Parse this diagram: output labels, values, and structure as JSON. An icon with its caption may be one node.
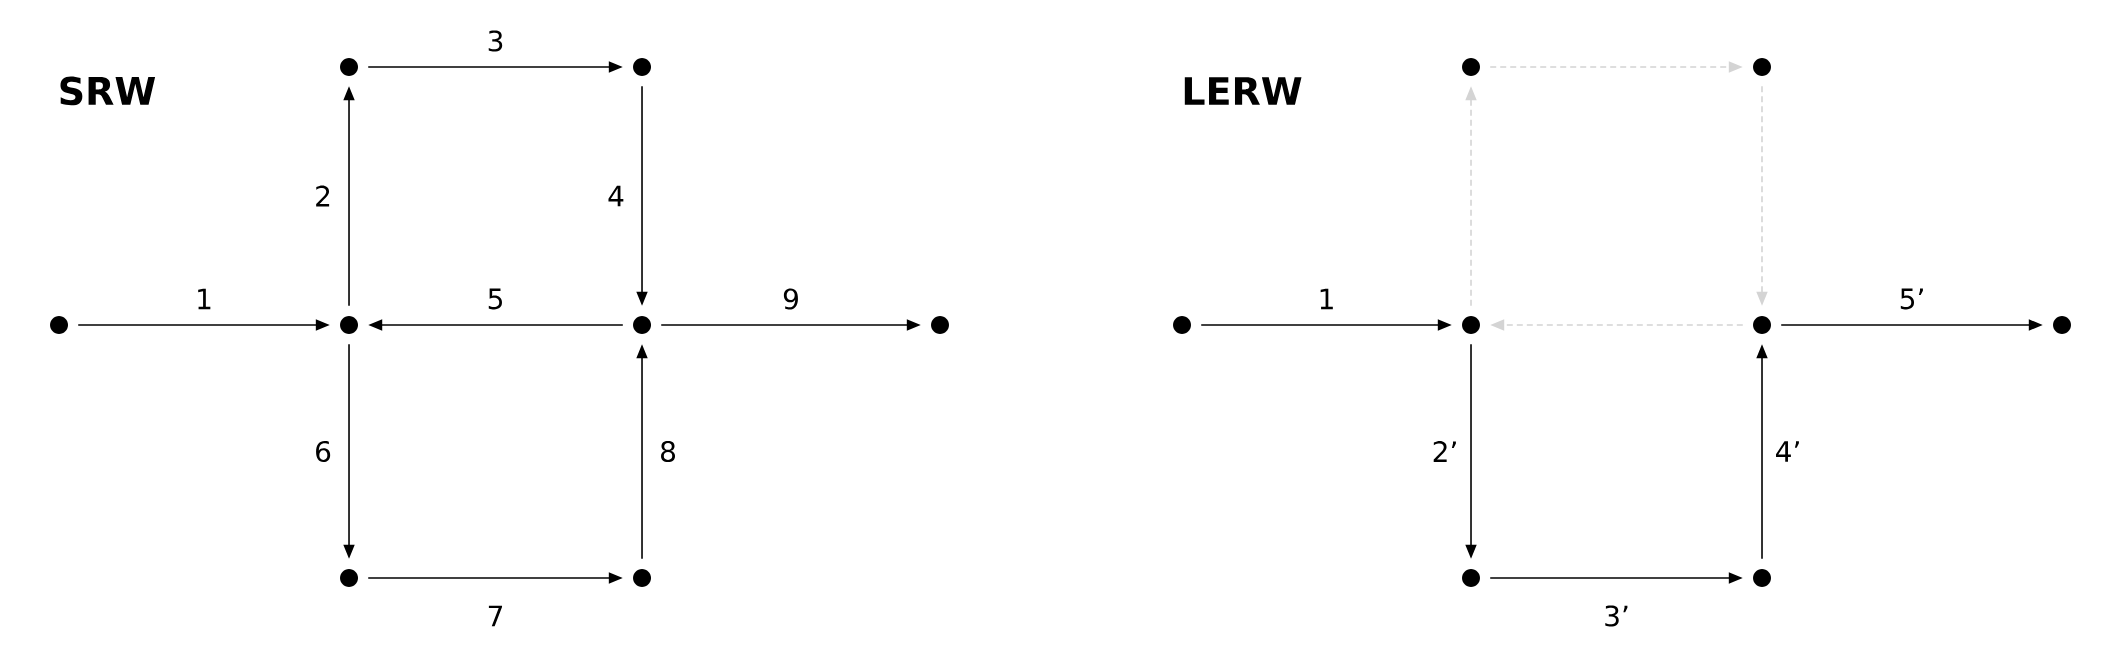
{
  "diagram": {
    "nodes": [
      {
        "text": [],
        "shape": "circle"
      },
      {
        "text": [],
        "shape": "circle"
      },
      {
        "text": [],
        "shape": "circle"
      },
      {
        "text": [],
        "shape": "circle"
      },
      {
        "text": [],
        "shape": "circle"
      },
      {
        "text": [],
        "shape": "circle"
      },
      {
        "text": [],
        "shape": "circle"
      },
      {
        "text": [],
        "shape": "circle"
      },
      {
        "text": [],
        "shape": "circle"
      },
      {
        "text": [],
        "shape": "circle"
      },
      {
        "text": [],
        "shape": "circle"
      },
      {
        "text": [],
        "shape": "circle"
      },
      {
        "text": [],
        "shape": "circle"
      },
      {
        "text": [],
        "shape": "circle"
      },
      {
        "text": [],
        "shape": "circle"
      },
      {
        "text": [],
        "shape": "circle"
      }
    ],
    "edges": [
      {
        "from": 0,
        "to": 1,
        "arrow": "to",
        "label": "1"
      },
      {
        "from": 1,
        "to": 2,
        "arrow": "to",
        "label": "2"
      },
      {
        "from": 2,
        "to": 3,
        "arrow": "to",
        "label": "3"
      },
      {
        "from": 3,
        "to": 4,
        "arrow": "to",
        "label": "4"
      },
      {
        "from": 4,
        "to": 1,
        "arrow": "to",
        "label": "5"
      },
      {
        "from": 1,
        "to": 6,
        "arrow": "to",
        "label": "6"
      },
      {
        "from": 6,
        "to": 7,
        "arrow": "to",
        "label": "7"
      },
      {
        "from": 7,
        "to": 4,
        "arrow": "to",
        "label": "8"
      },
      {
        "from": 4,
        "to": 5,
        "arrow": "to",
        "label": "9"
      },
      {
        "from": 8,
        "to": 9,
        "arrow": "to",
        "label": "1"
      },
      {
        "from": 9,
        "to": 10,
        "arrow": "to",
        "style": "dashed",
        "color": "#d4d4d4"
      },
      {
        "from": 10,
        "to": 11,
        "arrow": "to",
        "style": "dashed",
        "color": "#d4d4d4"
      },
      {
        "from": 11,
        "to": 12,
        "arrow": "to",
        "style": "dashed",
        "color": "#d4d4d4"
      },
      {
        "from": 12,
        "to": 9,
        "arrow": "to",
        "style": "dashed",
        "color": "#d4d4d4"
      },
      {
        "from": 9,
        "to": 14,
        "arrow": "to",
        "label": "2’"
      },
      {
        "from": 14,
        "to": 15,
        "arrow": "to",
        "label": "3’"
      },
      {
        "from": 15,
        "to": 12,
        "arrow": "to",
        "label": "4’"
      },
      {
        "from": 12,
        "to": 13,
        "arrow": "to",
        "label": "5’"
      }
    ],
    "labels": [
      "SRW",
      "LERW"
    ]
  }
}
